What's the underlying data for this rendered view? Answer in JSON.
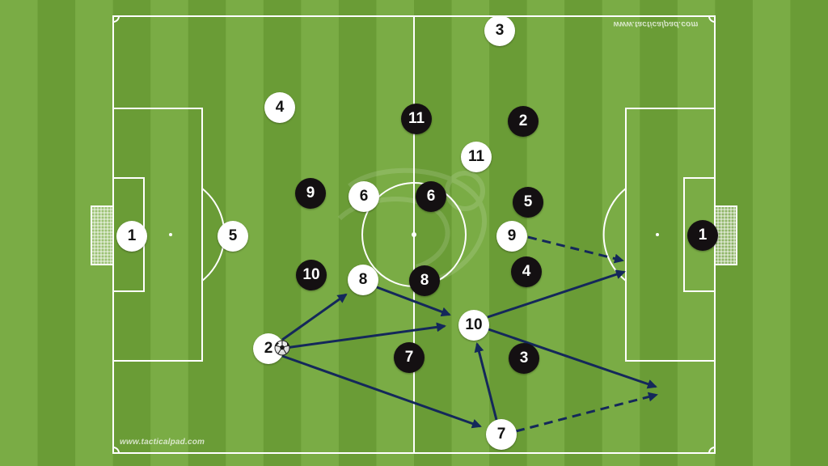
{
  "watermarks": {
    "top": "www.tacticalpad.com",
    "bottom": "www.tacticalpad.com"
  },
  "colors": {
    "grass_light": "#7aac45",
    "grass_dark": "#6a9c36",
    "lines": "#ffffff",
    "team_white": "#ffffff",
    "team_black": "#141012",
    "arrow": "#14285a"
  },
  "ball": {
    "icon": "soccer-ball-icon"
  },
  "players": {
    "white": [
      {
        "number": "1"
      },
      {
        "number": "5"
      },
      {
        "number": "4"
      },
      {
        "number": "6"
      },
      {
        "number": "8"
      },
      {
        "number": "2"
      },
      {
        "number": "3"
      },
      {
        "number": "11"
      },
      {
        "number": "9"
      },
      {
        "number": "10"
      },
      {
        "number": "7"
      }
    ],
    "black": [
      {
        "number": "9"
      },
      {
        "number": "10"
      },
      {
        "number": "11"
      },
      {
        "number": "6"
      },
      {
        "number": "8"
      },
      {
        "number": "7"
      },
      {
        "number": "2"
      },
      {
        "number": "5"
      },
      {
        "number": "4"
      },
      {
        "number": "3"
      },
      {
        "number": "1"
      }
    ]
  },
  "arrows": [
    {
      "from": "white-2",
      "to": "white-8",
      "style": "solid"
    },
    {
      "from": "white-2",
      "to": "white-10",
      "style": "solid"
    },
    {
      "from": "white-2",
      "to": "white-7",
      "style": "solid"
    },
    {
      "from": "white-8",
      "to": "white-10",
      "style": "solid"
    },
    {
      "from": "white-10",
      "to": "right-box",
      "style": "solid"
    },
    {
      "from": "white-10",
      "to": "right-flank",
      "style": "solid"
    },
    {
      "from": "white-7",
      "to": "white-10",
      "style": "solid"
    },
    {
      "from": "white-9",
      "to": "right-box",
      "style": "dashed"
    },
    {
      "from": "white-7",
      "to": "right-flank",
      "style": "dashed"
    }
  ]
}
